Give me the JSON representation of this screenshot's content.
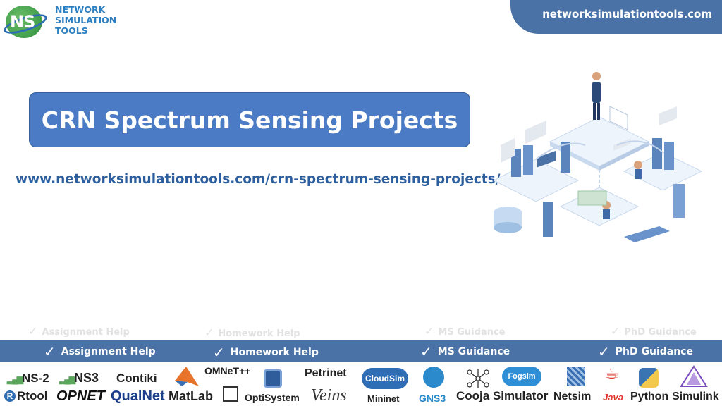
{
  "logo": {
    "mark": "NS",
    "line1": "NETWORK",
    "line2": "SIMULATION",
    "line3": "TOOLS"
  },
  "site_url": "networksimulationtools.com",
  "title": "CRN Spectrum Sensing Projects",
  "page_url": "www.networksimulationtools.com/crn-spectrum-sensing-projects/",
  "services": [
    {
      "label": "Assignment Help",
      "icon": "check-icon"
    },
    {
      "label": "Homework Help",
      "icon": "check-icon"
    },
    {
      "label": "MS  Guidance",
      "icon": "check-icon"
    },
    {
      "label": "PhD  Guidance",
      "icon": "check-icon"
    }
  ],
  "tools": {
    "ns2": "NS-2",
    "ns3": "NS3",
    "contiki": "Contiki",
    "omnet": "OMNeT++",
    "petrinet": "Petrinet",
    "rtool": "Rtool",
    "opnet": "OPNET",
    "qualnet": "QualNet",
    "matlab": "MatLab",
    "optisystem": "OptiSystem",
    "veins": "Veins",
    "cloudsim": "CloudSim",
    "mininet": "Mininet",
    "gns3": "GNS3",
    "cooja": "Cooja Simulator",
    "fogsim": "Fogsim",
    "netsim": "Netsim",
    "java": "Java",
    "python": "Python",
    "simulink": "Simulink"
  },
  "colors": {
    "brand_blue": "#4a72a6",
    "title_blue": "#4a7bc4",
    "url_blue": "#2d5f9e",
    "logo_green": "#3f9d49"
  }
}
